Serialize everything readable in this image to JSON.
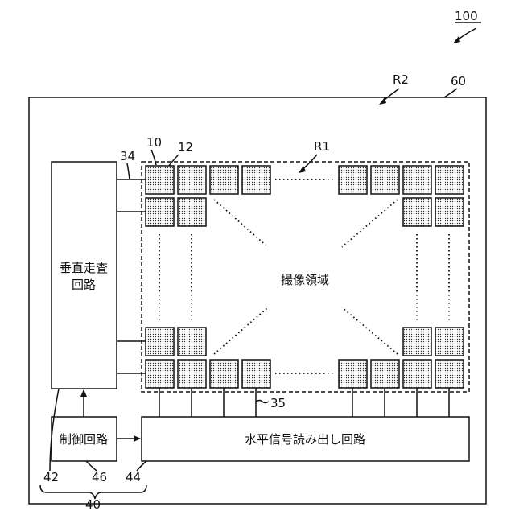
{
  "labels": {
    "device": "100",
    "chip": "60",
    "r2": "R2",
    "r1": "R1",
    "pixel": "10",
    "photo": "12",
    "vline": "34",
    "hline": "35",
    "vcircuit_ref": "42",
    "control_ref": "46",
    "hcircuit_ref": "44",
    "peripheral_ref": "40"
  },
  "blocks": {
    "vertical_scan_line1": "垂直走査",
    "vertical_scan_line2": "回路",
    "imaging_area": "撮像領域",
    "control": "制御回路",
    "horizontal_readout": "水平信号読み出し回路"
  },
  "colors": {
    "line": "#111111",
    "pixel_fill": "#e6e6e6",
    "background": "#ffffff"
  }
}
